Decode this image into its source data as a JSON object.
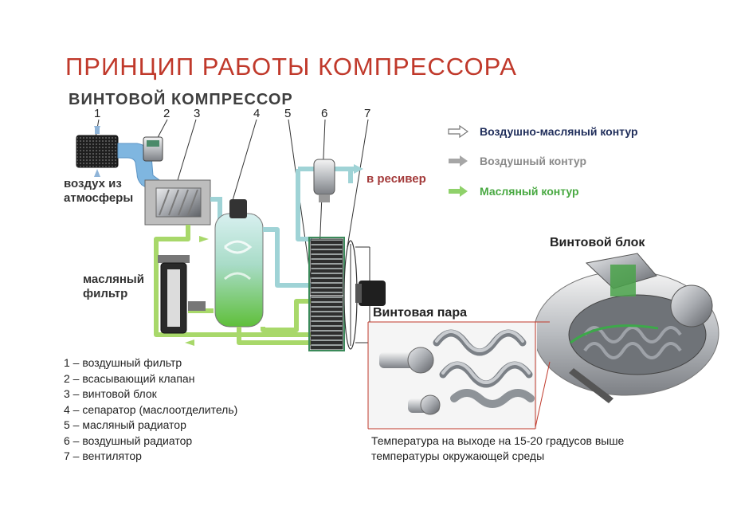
{
  "title": "ПРИНЦИП  РАБОТЫ  КОМПРЕССОРА",
  "subtitle": "ВИНТОВОЙ  КОМПРЕССОР",
  "numbers": [
    "1",
    "2",
    "3",
    "4",
    "5",
    "6",
    "7"
  ],
  "labels": {
    "air_intake": "воздух из атмосферы",
    "oil_filter": "масляный фильтр",
    "to_receiver": "в ресивер"
  },
  "legend": [
    {
      "label": "Воздушно-масляный контур",
      "color": "#1f2d5a"
    },
    {
      "label": "Воздушный контур",
      "color": "#8a8a8a"
    },
    {
      "label": "Масляный контур",
      "color": "#49a942"
    }
  ],
  "components": [
    "1 – воздушный фильтр",
    "2 – всасывающий клапан",
    "3 – винтовой блок",
    "4 – сепаратор (маслоотделитель)",
    "5 – масляный радиатор",
    "6 – воздушный радиатор",
    "7 – вентилятор"
  ],
  "screw_block_title": "Винтовой блок",
  "screw_pair_title": "Винтовая пара",
  "temperature_note": "Температура на выходе на 15-20 градусов выше температуры окружающей среды",
  "colors": {
    "title": "#c0392b",
    "air_flow": "#9fd3d6",
    "oil_flow": "#a8d86a",
    "air_oil": "#7fb6e0"
  }
}
